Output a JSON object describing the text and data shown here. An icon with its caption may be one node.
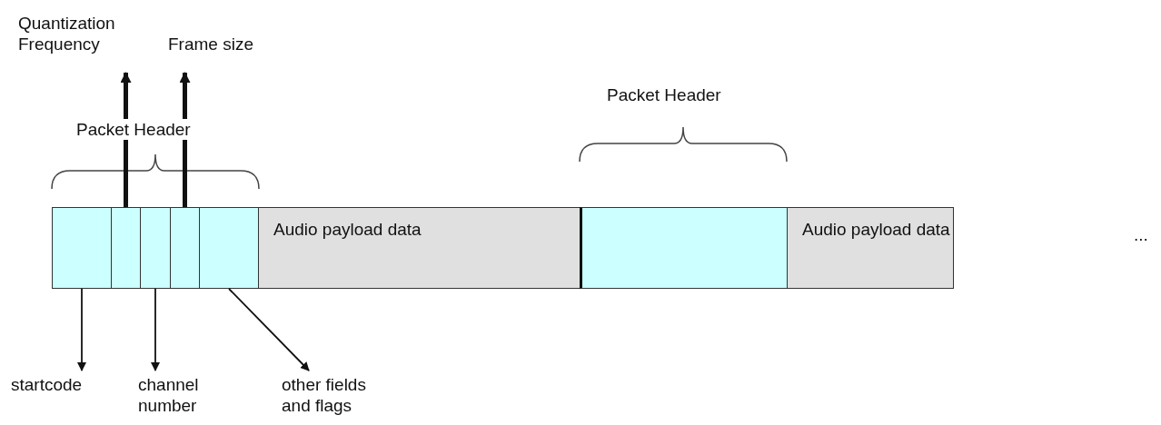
{
  "diagram": {
    "nodes": [
      {
        "text": [
          "Quantization Frequency"
        ]
      },
      {
        "text": [
          "Frame size"
        ]
      },
      {
        "text": [],
        "shape": "box"
      },
      {
        "text": [],
        "shape": "box"
      },
      {
        "text": [],
        "shape": "box"
      },
      {
        "text": [],
        "shape": "box"
      },
      {
        "text": [],
        "shape": "box"
      },
      {
        "text": [
          "Audio payload data"
        ]
      },
      {
        "text": [],
        "shape": "box"
      },
      {
        "text": [
          "Audio payload data"
        ]
      },
      {
        "text": [
          "startcode"
        ]
      },
      {
        "text": [
          "channel number"
        ]
      },
      {
        "text": [
          "other fields and flags"
        ]
      }
    ],
    "edges": [
      {
        "from": 3,
        "to": 0,
        "arrow": "to",
        "style": "thick"
      },
      {
        "from": 5,
        "to": 1,
        "arrow": "to",
        "style": "thick"
      },
      {
        "from": 2,
        "to": 10,
        "arrow": "to"
      },
      {
        "from": 4,
        "to": 11,
        "arrow": "to"
      },
      {
        "from": 6,
        "to": 12,
        "arrow": "to"
      }
    ],
    "labels": [
      "Packet Header",
      "Packet Header",
      "..."
    ]
  }
}
